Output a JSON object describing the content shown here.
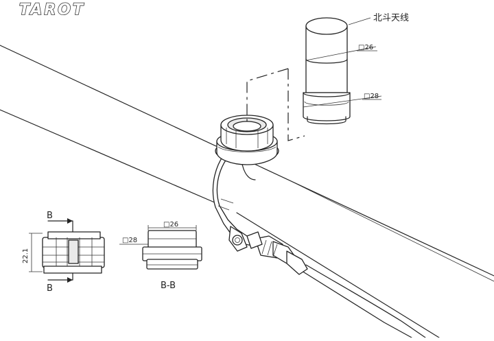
{
  "brand": {
    "logo_text": "TAROT"
  },
  "labels": {
    "antenna_label": "北斗天线",
    "dim_26": "□26",
    "dim_28": "□28",
    "dim_height": "22.1",
    "section_b_top": "B",
    "section_b_bottom": "B",
    "section_bb": "B-B",
    "side_dim_26": "□26",
    "side_dim_28": "□28"
  },
  "colors": {
    "line": "#222222",
    "background": "#ffffff",
    "shade": "#e9e9e9"
  }
}
